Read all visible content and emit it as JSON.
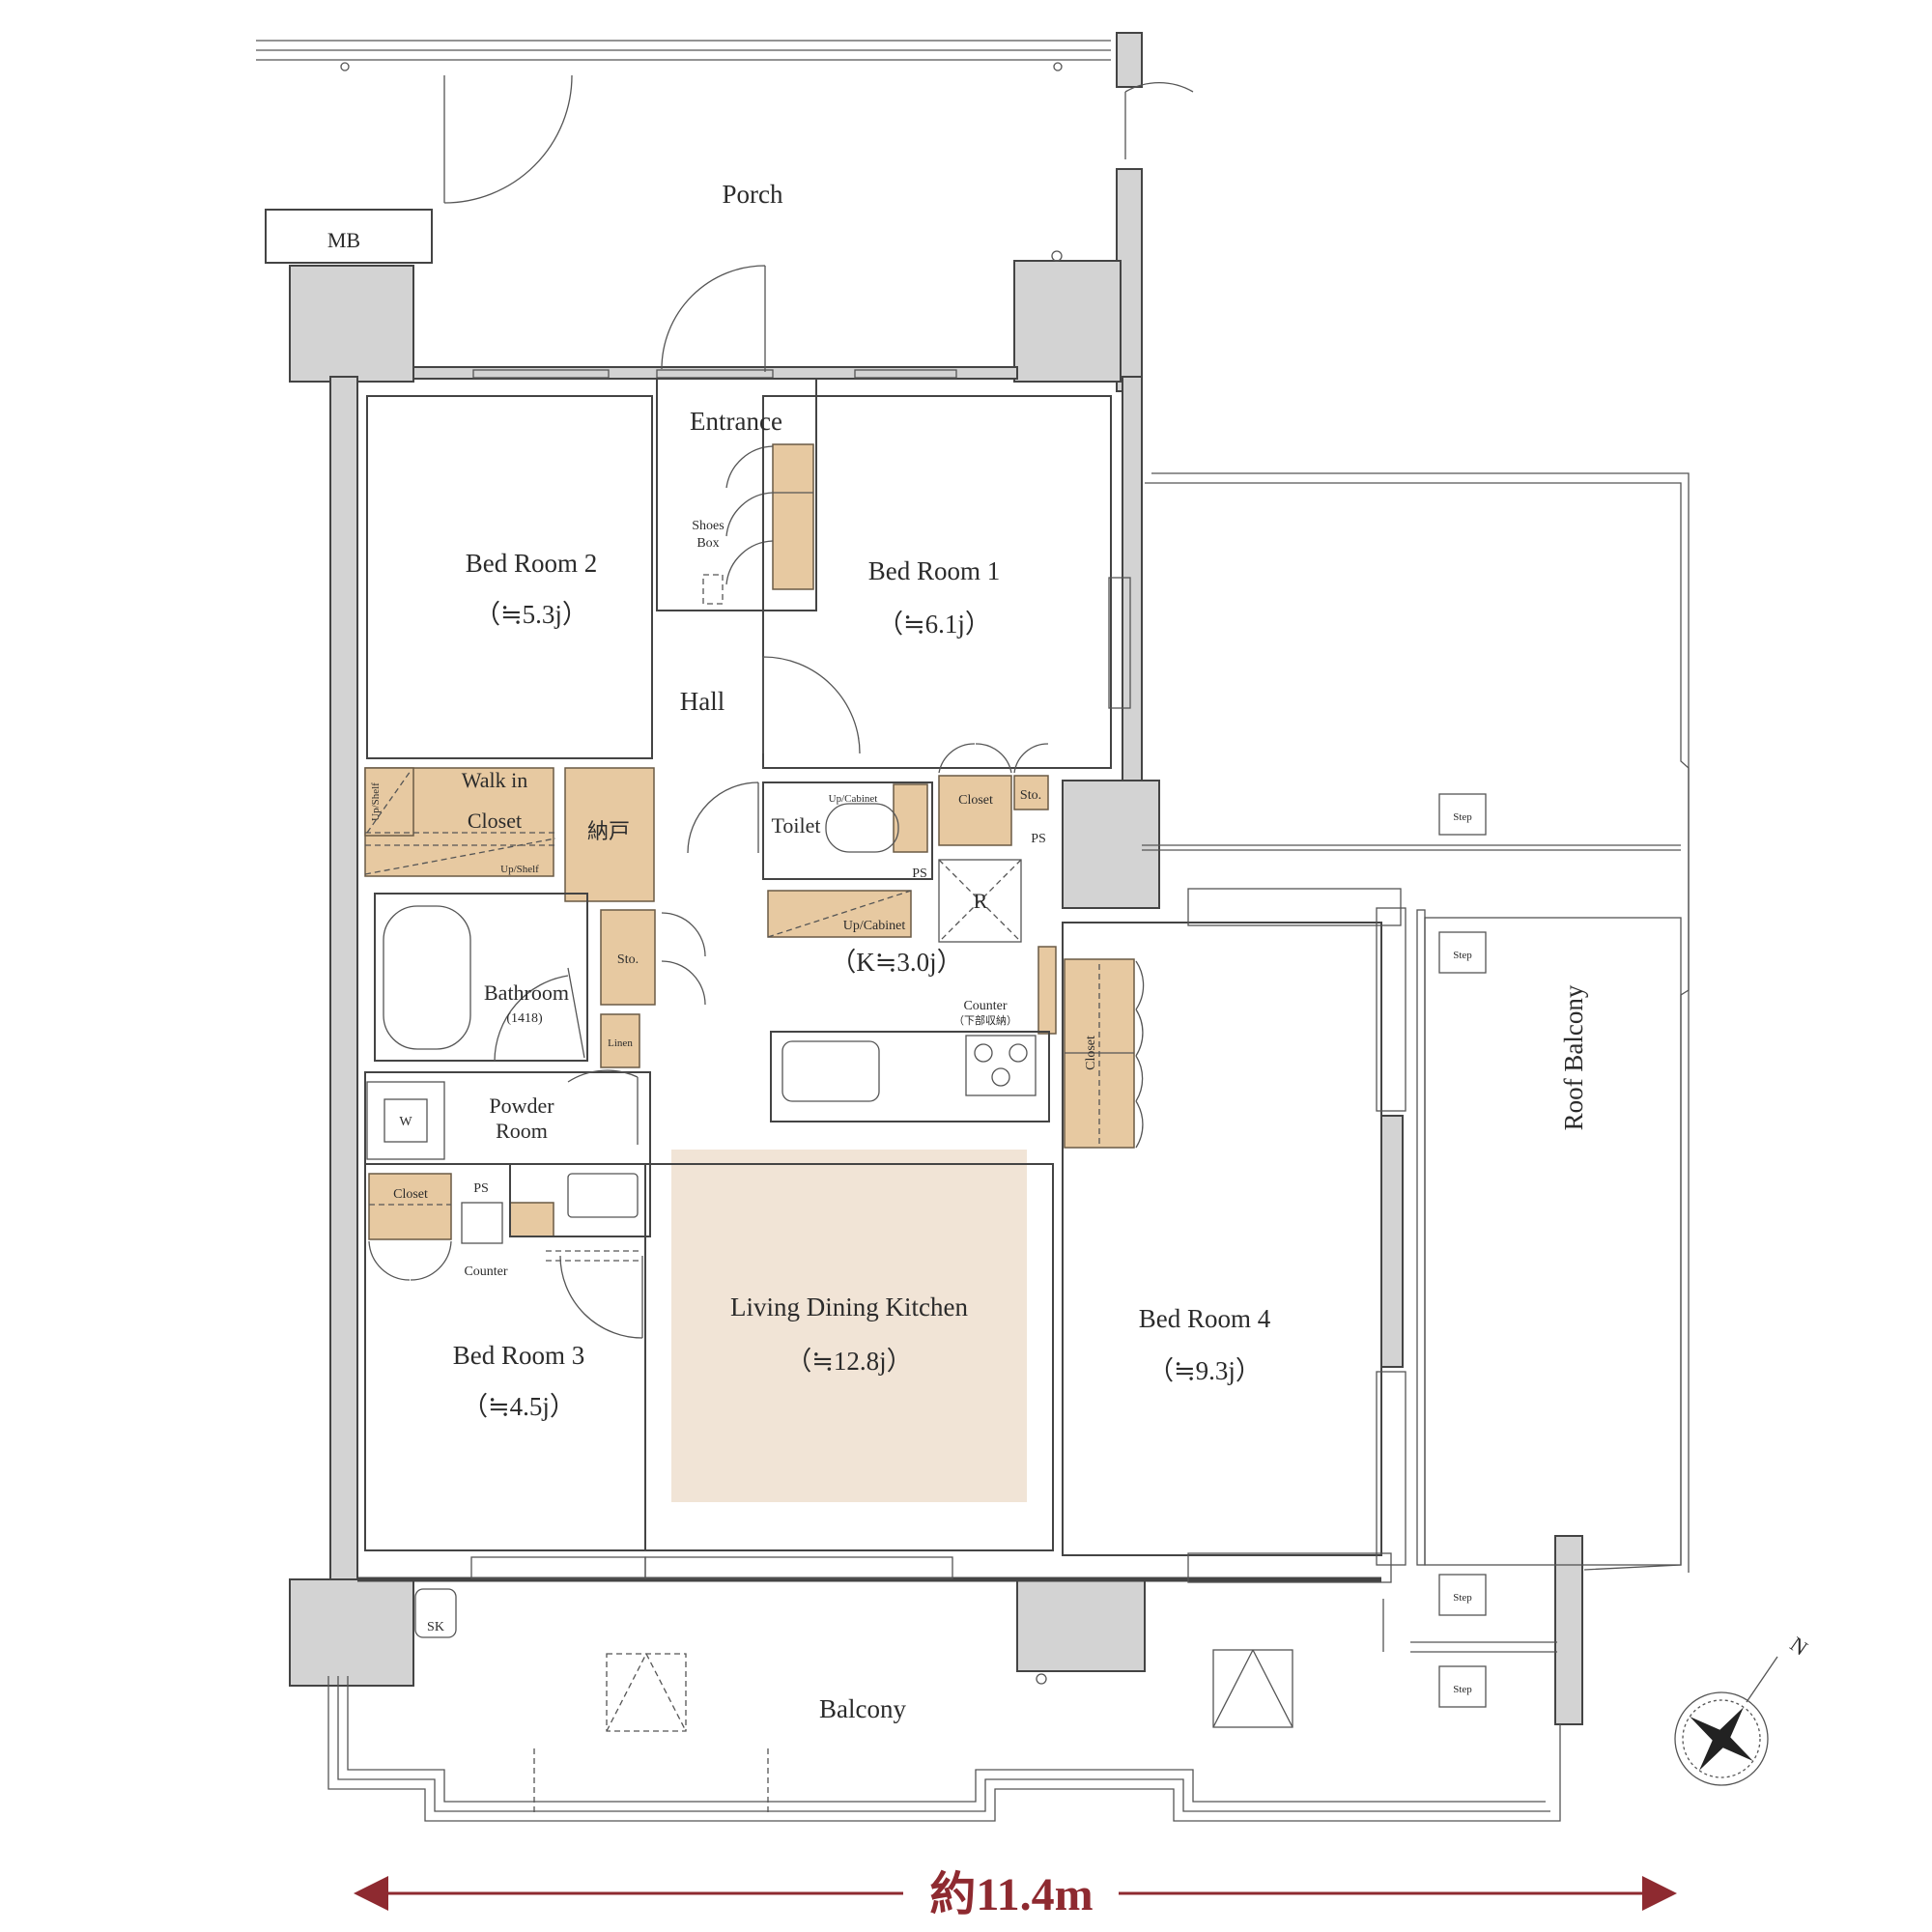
{
  "colors": {
    "wall": "#d3d3d3",
    "line": "#444444",
    "storage": "#e7c9a1",
    "ldk_highlight": "#f1e4d6",
    "dimension": "#8e2a30"
  },
  "rooms": {
    "porch": "Porch",
    "mb": "MB",
    "entrance": "Entrance",
    "shoes_box_1": "Shoes",
    "shoes_box_2": "Box",
    "bed2": {
      "name": "Bed Room 2",
      "size": "（≒5.3j）"
    },
    "bed1": {
      "name": "Bed Room 1",
      "size": "（≒6.1j）"
    },
    "hall": "Hall",
    "walk_in_1": "Walk in",
    "walk_in_2": "Closet",
    "up_shelf": "Up/Shelf",
    "up_shelf_side": "Up/Shelf",
    "nando": "納戸",
    "toilet": "Toilet",
    "up_cabinet_top": "Up/Cabinet",
    "up_cabinet_kitchen": "Up/Cabinet",
    "closet_b1": "Closet",
    "sto_b1": "Sto.",
    "ps_1": "PS",
    "ps_2": "PS",
    "ps_3": "PS",
    "r_mark": "R",
    "sto_hall": "Sto.",
    "bathroom": "Bathroom",
    "bathroom_size": "(1418)",
    "linen": "Linen",
    "kitchen_size": "（K≒3.0j）",
    "counter_1": "Counter",
    "counter_1_sub": "（下部収納）",
    "powder_1": "Powder",
    "powder_2": "Room",
    "washer": "W",
    "closet_b3": "Closet",
    "counter_2": "Counter",
    "ldk": {
      "name": "Living Dining Kitchen",
      "size": "（≒12.8j）"
    },
    "bed3": {
      "name": "Bed Room 3",
      "size": "（≒4.5j）"
    },
    "bed4": {
      "name": "Bed Room 4",
      "size": "（≒9.3j）"
    },
    "closet_b4": "Closet",
    "roof_balcony": "Roof Balcony",
    "balcony": "Balcony",
    "sk": "SK",
    "step": "Step"
  },
  "compass": {
    "north": "N"
  },
  "dimension": "約11.4m"
}
